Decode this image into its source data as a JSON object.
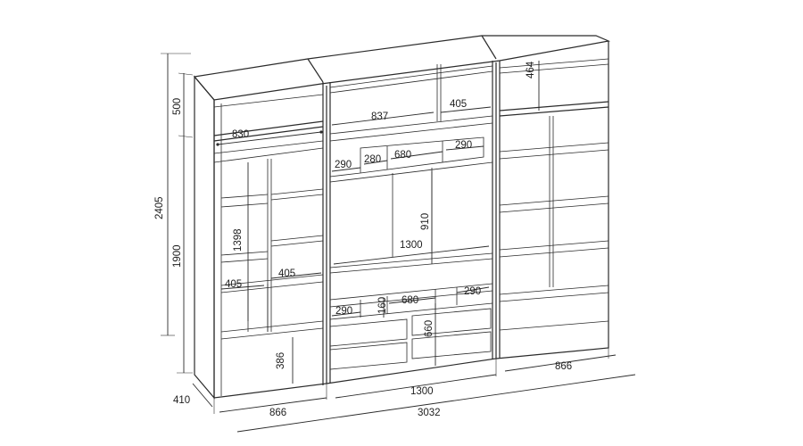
{
  "dimensions": {
    "top_section_width_left": "830",
    "top_section_width_middle": "837",
    "top_niche_width": "405",
    "top_section_height_right": "464",
    "upper_shelf_left": "290",
    "upper_shelf_mid1": "280",
    "upper_shelf_mid2": "680",
    "upper_shelf_right": "290",
    "tv_niche_height": "910",
    "tv_niche_width": "1300",
    "left_shelf_height": "1398",
    "left_shelf_width_a": "405",
    "left_shelf_width_b": "405",
    "lower_shelf_left": "290",
    "lower_shelf_mid": "680",
    "lower_shelf_right": "290",
    "lower_shelf_height": "160",
    "drawer_block_height": "660",
    "bottom_compartment_height": "386",
    "mezzanine_height": "500",
    "total_height": "2405",
    "cabinet_height": "1900",
    "depth": "410",
    "left_module_width": "866",
    "middle_module_width": "1300",
    "right_module_width": "866",
    "total_width": "3032"
  }
}
